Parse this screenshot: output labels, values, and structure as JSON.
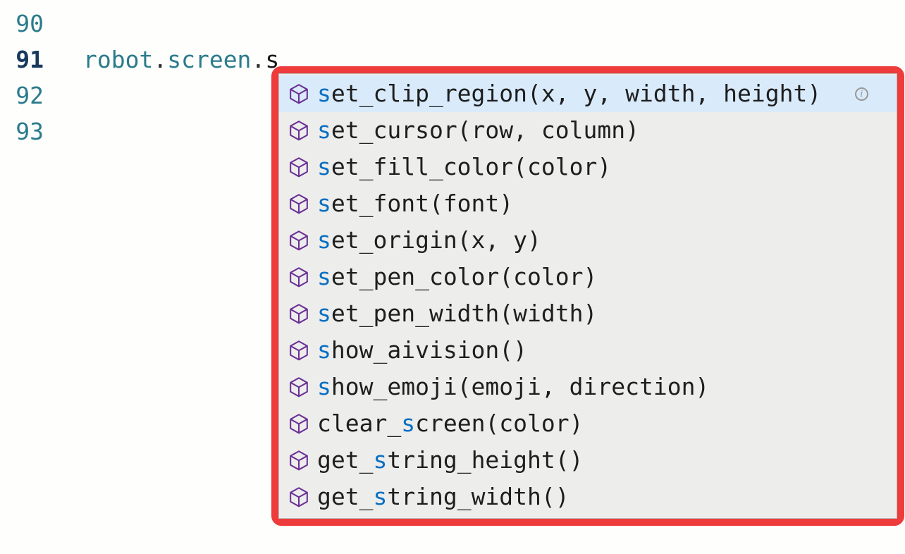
{
  "editor": {
    "line_numbers": [
      "90",
      "91",
      "92",
      "93"
    ],
    "active_line_number": "91",
    "code_line": {
      "line": "91",
      "tokens": [
        {
          "text": "robot",
          "type": "member"
        },
        {
          "text": ".",
          "type": "punctuation"
        },
        {
          "text": "screen",
          "type": "member"
        },
        {
          "text": ".",
          "type": "punctuation"
        },
        {
          "text": "s",
          "type": "text"
        }
      ]
    }
  },
  "autocomplete": {
    "typed_filter": "s",
    "selected_index": 0,
    "items": [
      {
        "pre": "",
        "match": "s",
        "post": "et_clip_region(x, y, width, height)",
        "selected": true,
        "info_icon": true,
        "icon": "method-cube-icon"
      },
      {
        "pre": "",
        "match": "s",
        "post": "et_cursor(row, column)",
        "selected": false,
        "info_icon": false,
        "icon": "method-cube-icon"
      },
      {
        "pre": "",
        "match": "s",
        "post": "et_fill_color(color)",
        "selected": false,
        "info_icon": false,
        "icon": "method-cube-icon"
      },
      {
        "pre": "",
        "match": "s",
        "post": "et_font(font)",
        "selected": false,
        "info_icon": false,
        "icon": "method-cube-icon"
      },
      {
        "pre": "",
        "match": "s",
        "post": "et_origin(x, y)",
        "selected": false,
        "info_icon": false,
        "icon": "method-cube-icon"
      },
      {
        "pre": "",
        "match": "s",
        "post": "et_pen_color(color)",
        "selected": false,
        "info_icon": false,
        "icon": "method-cube-icon"
      },
      {
        "pre": "",
        "match": "s",
        "post": "et_pen_width(width)",
        "selected": false,
        "info_icon": false,
        "icon": "method-cube-icon"
      },
      {
        "pre": "",
        "match": "s",
        "post": "how_aivision()",
        "selected": false,
        "info_icon": false,
        "icon": "method-cube-icon"
      },
      {
        "pre": "",
        "match": "s",
        "post": "how_emoji(emoji, direction)",
        "selected": false,
        "info_icon": false,
        "icon": "method-cube-icon"
      },
      {
        "pre": "clear_",
        "match": "s",
        "post": "creen(color)",
        "selected": false,
        "info_icon": false,
        "icon": "method-cube-icon"
      },
      {
        "pre": "get_",
        "match": "s",
        "post": "tring_height()",
        "selected": false,
        "info_icon": false,
        "icon": "method-cube-icon"
      },
      {
        "pre": "get_",
        "match": "s",
        "post": "tring_width()",
        "selected": false,
        "info_icon": false,
        "icon": "method-cube-icon"
      }
    ]
  },
  "annotation": {
    "type": "red-highlight-box",
    "color": "#ee3b3b"
  },
  "colors": {
    "line_number_teal": "#2a7b8c",
    "active_line_number_navy": "#17395c",
    "member_token_teal": "#2a7b8c",
    "match_letter_blue": "#0a6fc2",
    "method_icon_purple": "#6a3094",
    "selected_row_blue": "#d9ebfb",
    "popup_background": "#ededec",
    "annotation_red": "#ee3b3b"
  }
}
